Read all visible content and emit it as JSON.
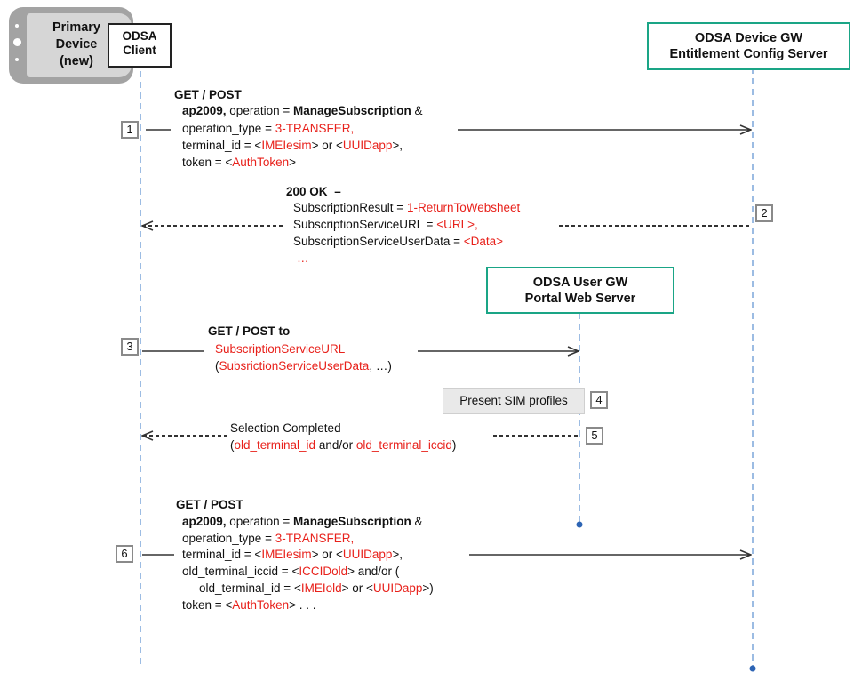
{
  "actors": {
    "device": {
      "line1": "Primary",
      "line2": "Device",
      "line3": "(new)"
    },
    "client": {
      "line1": "ODSA",
      "line2": "Client"
    },
    "ecs": {
      "line1": "ODSA Device GW",
      "line2": "Entitlement Config Server"
    },
    "portal": {
      "line1": "ODSA User GW",
      "line2": "Portal Web Server"
    }
  },
  "steps": {
    "s1": {
      "num": "1",
      "header": "GET / POST",
      "l1a": "ap2009,",
      "l1b": " operation = ",
      "l1c": "ManageSubscription",
      "l1d": " &",
      "l2a": "operation_type = ",
      "l2b": "3-TRANSFER,",
      "l3a": "terminal_id = <",
      "l3b": "IMEIesim",
      "l3c": "> or <",
      "l3d": "UUIDapp",
      "l3e": ">,",
      "l4a": "token = <",
      "l4b": "AuthToken",
      "l4c": ">"
    },
    "s2": {
      "num": "2",
      "header": "200 OK",
      "dash": "–",
      "l1a": "SubscriptionResult = ",
      "l1b": "1-ReturnToWebsheet",
      "l2a": "SubscriptionServiceURL = ",
      "l2b": "<URL>,",
      "l3a": "SubscriptionServiceUserData = ",
      "l3b": "<Data>",
      "l4": "…"
    },
    "s3": {
      "num": "3",
      "header": "GET / POST to",
      "l1": "SubscriptionServiceURL",
      "l2a": "(",
      "l2b": "SubsrictionServiceUserData",
      "l2c": ", …)"
    },
    "s4": {
      "num": "4",
      "label": "Present SIM profiles"
    },
    "s5": {
      "num": "5",
      "l1": "Selection Completed",
      "l2a": "(",
      "l2b": "old_terminal_id",
      "l2c": " and/or ",
      "l2d": "old_terminal_iccid",
      "l2e": ")"
    },
    "s6": {
      "num": "6",
      "header": "GET / POST",
      "l1a": "ap2009,",
      "l1b": " operation = ",
      "l1c": "ManageSubscription",
      "l1d": " &",
      "l2a": "operation_type = ",
      "l2b": "3-TRANSFER,",
      "l3a": "terminal_id = <",
      "l3b": "IMEIesim",
      "l3c": "> or <",
      "l3d": "UUIDapp",
      "l3e": ">,",
      "l4a": "old_terminal_iccid = <",
      "l4b": "ICCIDold",
      "l4c": "> and/or (",
      "l5a": "old_terminal_id = <",
      "l5b": "IMEIold",
      "l5c": "> or <",
      "l5d": "UUIDapp",
      "l5e": ">)",
      "l6a": "token = <",
      "l6b": "AuthToken",
      "l6c": "> . . ."
    }
  },
  "colors": {
    "accent": "#1aa586",
    "text_red": "#e8211b",
    "lifeline": "#5b8fd0",
    "badge_border": "#8a8a8a"
  }
}
